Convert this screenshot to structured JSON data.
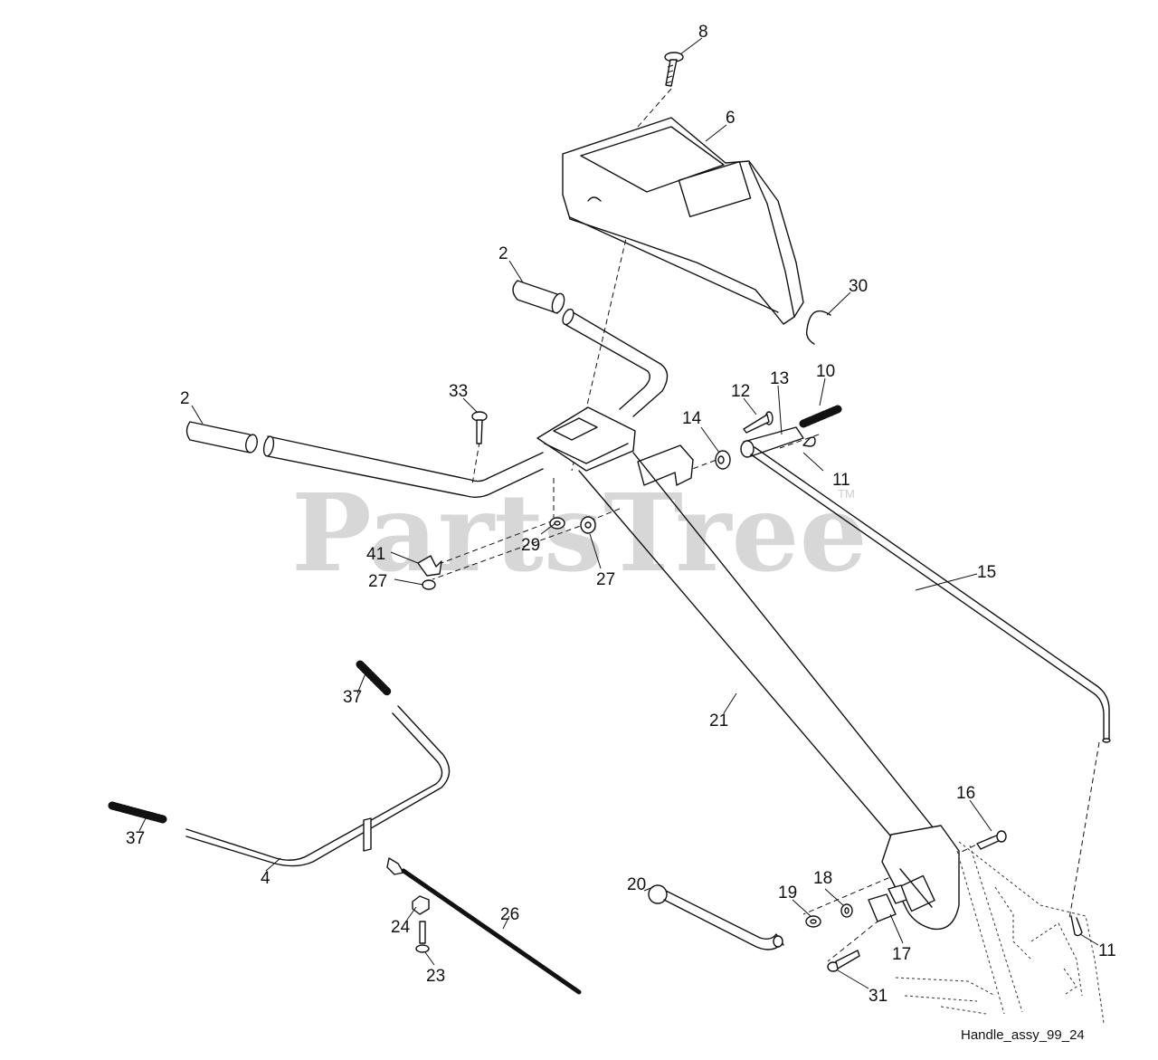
{
  "watermark": {
    "text": "PartsTree",
    "trademark": "TM"
  },
  "caption": "Handle_assy_99_24",
  "labels": {
    "p8": "8",
    "p6": "6",
    "p2a": "2",
    "p30": "30",
    "p2b": "2",
    "p33": "33",
    "p12": "12",
    "p13": "13",
    "p10": "10",
    "p14": "14",
    "p11a": "11",
    "p29": "29",
    "p27a": "27",
    "p41": "41",
    "p27b": "27",
    "p15": "15",
    "p37a": "37",
    "p21": "21",
    "p37b": "37",
    "p4": "4",
    "p16": "16",
    "p26": "26",
    "p20": "20",
    "p19": "19",
    "p18": "18",
    "p24": "24",
    "p17": "17",
    "p11b": "11",
    "p23": "23",
    "p31": "31"
  }
}
